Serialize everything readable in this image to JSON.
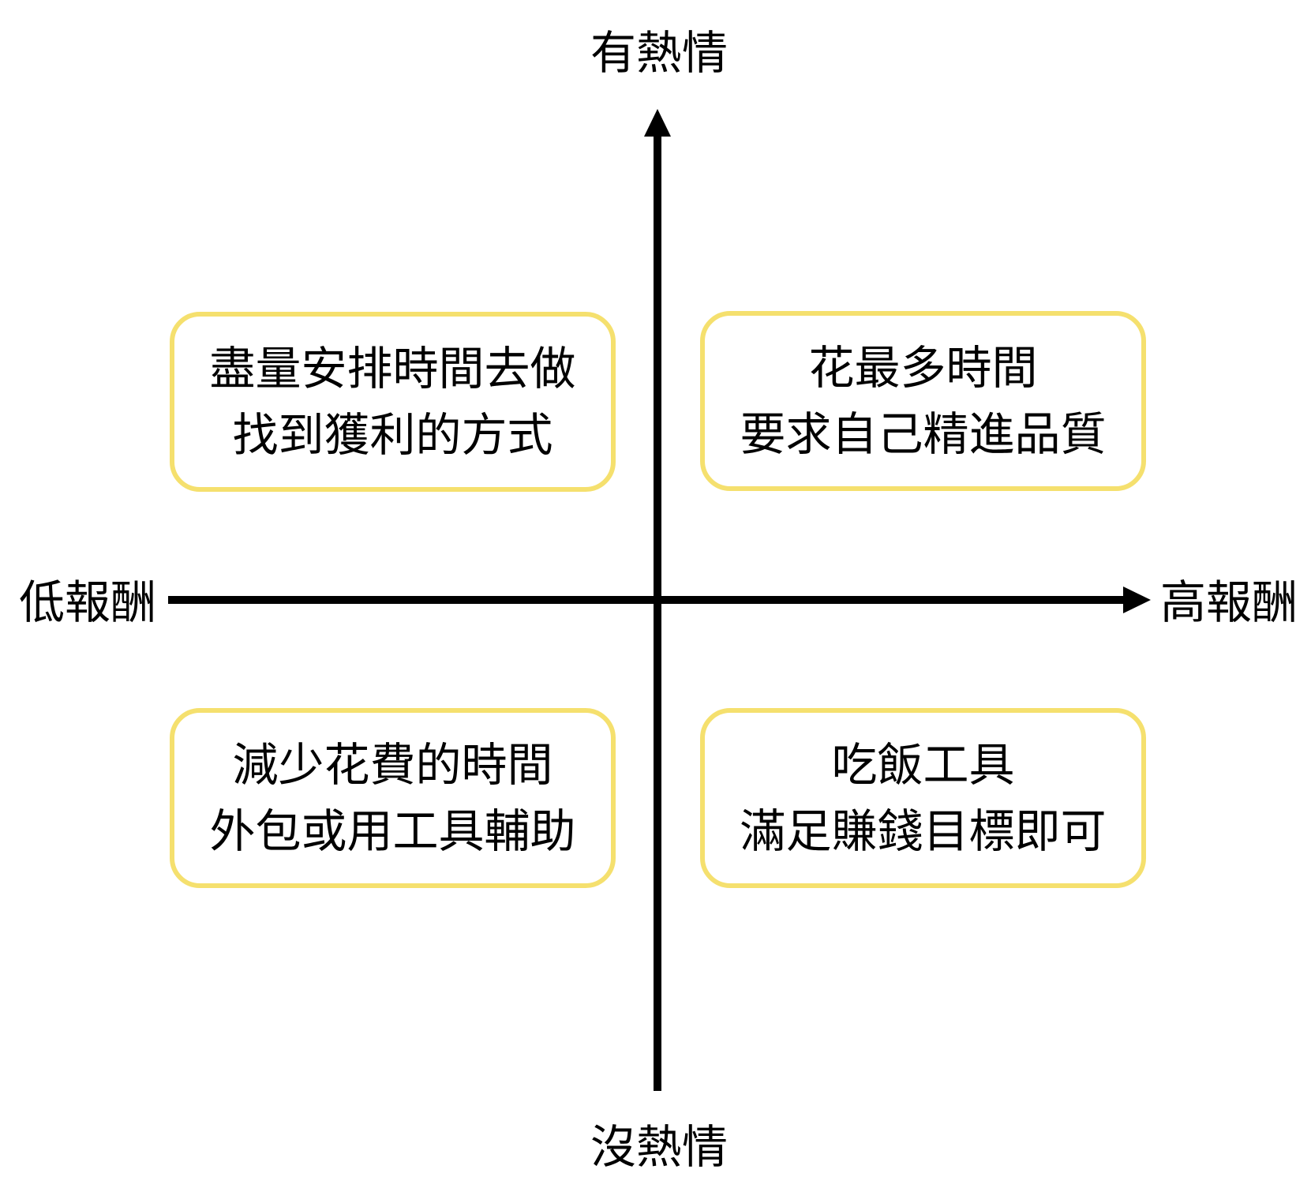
{
  "axis_labels": {
    "top": "有熱情",
    "bottom": "沒熱情",
    "left": "低報酬",
    "right": "高報酬"
  },
  "quadrants": {
    "top_left": {
      "lines": [
        "盡量安排時間去做",
        "找到獲利的方式"
      ]
    },
    "top_right": {
      "lines": [
        "花最多時間",
        "要求自己精進品質"
      ]
    },
    "bottom_left": {
      "lines": [
        "減少花費的時間",
        "外包或用工具輔助"
      ]
    },
    "bottom_right": {
      "lines": [
        "吃飯工具",
        "滿足賺錢目標即可"
      ]
    }
  },
  "colors": {
    "box_border": "#F5E06E",
    "axis": "#000000",
    "text": "#000000",
    "background": "#FFFFFF"
  }
}
